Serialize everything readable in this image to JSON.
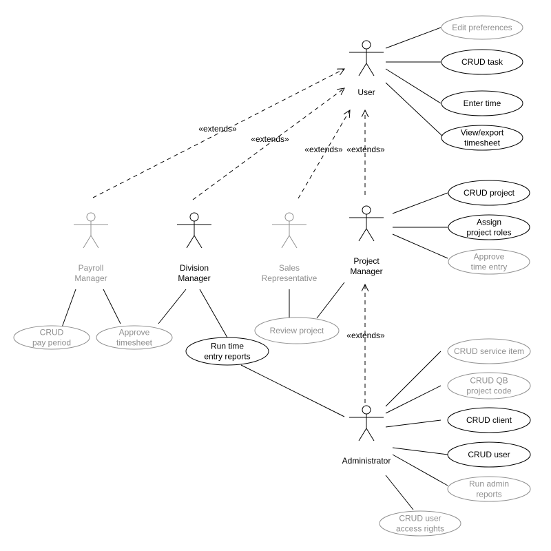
{
  "colors": {
    "active": "#000000",
    "inactive": "#909090",
    "background": "#ffffff"
  },
  "actors": {
    "user": {
      "lines": [
        "User"
      ],
      "status": "active"
    },
    "payroll_manager": {
      "lines": [
        "Payroll",
        "Manager"
      ],
      "status": "inactive"
    },
    "division_manager": {
      "lines": [
        "Division",
        "Manager"
      ],
      "status": "active"
    },
    "sales_representative": {
      "lines": [
        "Sales",
        "Representative"
      ],
      "status": "inactive"
    },
    "project_manager": {
      "lines": [
        "Project",
        "Manager"
      ],
      "status": "active"
    },
    "administrator": {
      "lines": [
        "Administrator"
      ],
      "status": "active"
    }
  },
  "use_cases": {
    "edit_preferences": {
      "lines": [
        "Edit preferences"
      ],
      "status": "inactive"
    },
    "crud_task": {
      "lines": [
        "CRUD task"
      ],
      "status": "active"
    },
    "enter_time": {
      "lines": [
        "Enter time"
      ],
      "status": "active"
    },
    "view_export_timesheet": {
      "lines": [
        "View/export",
        "timesheet"
      ],
      "status": "active"
    },
    "crud_project": {
      "lines": [
        "CRUD project"
      ],
      "status": "active"
    },
    "assign_project_roles": {
      "lines": [
        "Assign",
        "project roles"
      ],
      "status": "active"
    },
    "approve_time_entry": {
      "lines": [
        "Approve",
        "time entry"
      ],
      "status": "inactive"
    },
    "crud_pay_period": {
      "lines": [
        "CRUD",
        "pay period"
      ],
      "status": "inactive"
    },
    "approve_timesheet": {
      "lines": [
        "Approve",
        "timesheet"
      ],
      "status": "inactive"
    },
    "run_time_entry_reports": {
      "lines": [
        "Run time",
        "entry reports"
      ],
      "status": "active"
    },
    "review_project": {
      "lines": [
        "Review project"
      ],
      "status": "inactive"
    },
    "crud_service_item": {
      "lines": [
        "CRUD service item"
      ],
      "status": "inactive"
    },
    "crud_qb_project_code": {
      "lines": [
        "CRUD QB",
        "project code"
      ],
      "status": "inactive"
    },
    "crud_client": {
      "lines": [
        "CRUD client"
      ],
      "status": "active"
    },
    "crud_user": {
      "lines": [
        "CRUD user"
      ],
      "status": "active"
    },
    "run_admin_reports": {
      "lines": [
        "Run admin",
        "reports"
      ],
      "status": "inactive"
    },
    "crud_user_access_rights": {
      "lines": [
        "CRUD user",
        "access rights"
      ],
      "status": "inactive"
    }
  },
  "relation_label": "«extends»"
}
